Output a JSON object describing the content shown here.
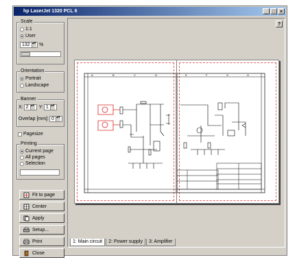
{
  "window": {
    "title": "hp LaserJet 1320 PCL 6",
    "min": "_",
    "max": "□",
    "close": "×",
    "help": "?"
  },
  "scale": {
    "title": "Scale",
    "options": [
      "1:1",
      "User"
    ],
    "value": "132",
    "unit": "%"
  },
  "orientation": {
    "title": "Orientation",
    "options": [
      "Portrait",
      "Landscape"
    ]
  },
  "banner": {
    "title": "Banner",
    "x_label": "X:",
    "x_value": "2",
    "y_label": "Y:",
    "y_value": "1",
    "overlap_label": "Overlap [mm]:",
    "overlap_value": "0"
  },
  "pagesize": {
    "label": "Pagesize"
  },
  "printing": {
    "title": "Printing",
    "options": [
      "Current page",
      "All pages",
      "Selection"
    ]
  },
  "buttons": {
    "fit": "Fit to page",
    "center": "Center",
    "apply": "Apply",
    "setup": "Setup...",
    "print": "Print",
    "close": "Close"
  },
  "tabs": [
    "1: Main circuit",
    "2: Power supply",
    "3: Amplifier"
  ]
}
